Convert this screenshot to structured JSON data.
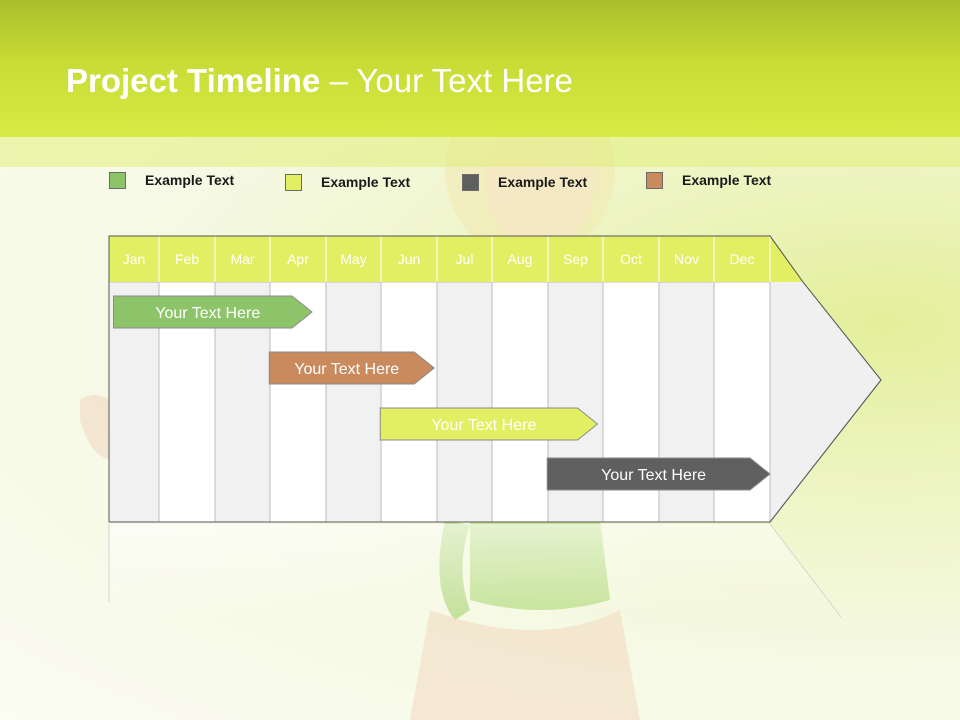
{
  "header": {
    "title_bold": "Project Timeline",
    "title_rest": " – Your Text Here"
  },
  "legend": [
    {
      "label": "Example Text",
      "color": "#8dc46a"
    },
    {
      "label": "Example Text",
      "color": "#e2ef62"
    },
    {
      "label": "Example Text",
      "color": "#5f5f5f"
    },
    {
      "label": "Example Text",
      "color": "#c98a5e"
    }
  ],
  "months": [
    "Jan",
    "Feb",
    "Mar",
    "Apr",
    "May",
    "Jun",
    "Jul",
    "Aug",
    "Sep",
    "Oct",
    "Nov",
    "Dec"
  ],
  "bars": [
    {
      "label": "Your  Text Here",
      "start_month": 0.05,
      "end_month": 3.75,
      "color": "#8dc46a",
      "text_color": "#ffffff"
    },
    {
      "label": "Your  Text Here",
      "start_month": 2.95,
      "end_month": 5.95,
      "color": "#c98a5e",
      "text_color": "#ffffff"
    },
    {
      "label": "Your  Text Here",
      "start_month": 4.95,
      "end_month": 8.9,
      "color": "#e2ef62",
      "text_color": "#ffffff"
    },
    {
      "label": "Your  Text Here",
      "start_month": 7.95,
      "end_month": 12.0,
      "color": "#5f5f5f",
      "text_color": "#ffffff"
    }
  ],
  "colors": {
    "header_band": "#c7dc34",
    "month_row": "#e2ef62",
    "column_light": "#f1f1f1",
    "column_white": "#ffffff"
  }
}
